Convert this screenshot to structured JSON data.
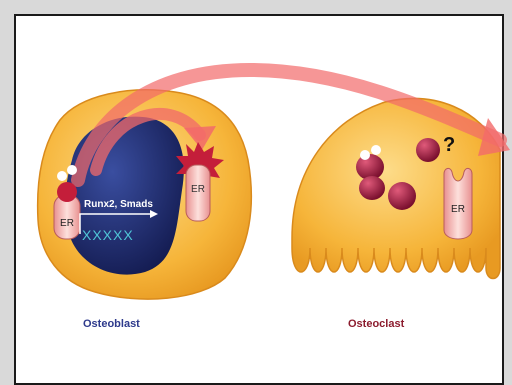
{
  "labels": {
    "osteoblast": "Osteoblast",
    "osteoclast": "Osteoclast",
    "er_nuclear": "ER",
    "er_membrane": "ER",
    "er_osteoclast": "ER",
    "transcription_factors": "Runx2, Smads",
    "dna_sequence": "XXXXX",
    "unknown_mark": "?"
  },
  "colors": {
    "cell_fill": "#f6b53a",
    "nucleus_fill": "#1e2a6e",
    "arrow": "#f26a6a",
    "receptor": "#f4b0ad",
    "ligand": "#c41e3a",
    "vesicle": "#a31b3f",
    "osteoblast_text": "#2e3a8c",
    "osteoclast_text": "#8c1c2e"
  }
}
